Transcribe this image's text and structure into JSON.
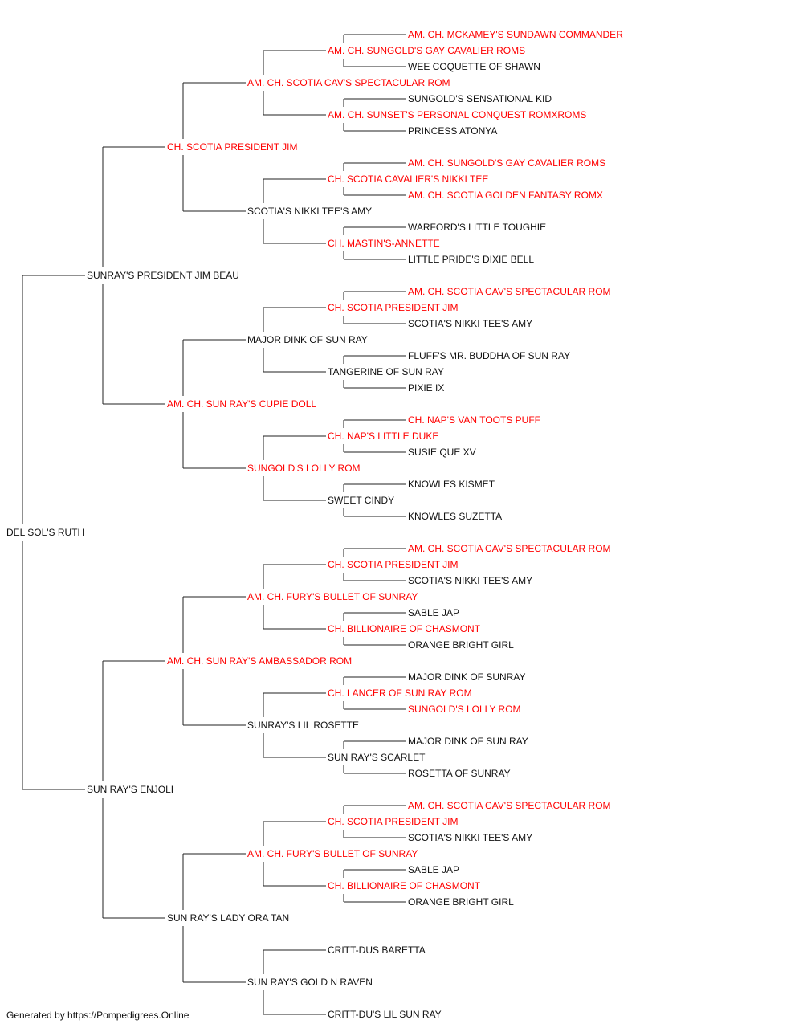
{
  "colors": {
    "champion": "#ff0000",
    "normal": "#111111",
    "line": "#222222"
  },
  "footer": "Generated by https://Pompedigrees.Online",
  "pedigree": {
    "name": "DEL SOL'S RUTH",
    "champion": false,
    "sire": {
      "name": "SUNRAY'S PRESIDENT JIM BEAU",
      "champion": false,
      "sire": {
        "name": "CH. SCOTIA PRESIDENT JIM",
        "champion": true,
        "sire": {
          "name": "AM. CH. SCOTIA CAV'S SPECTACULAR ROM",
          "champion": true,
          "sire": {
            "name": "AM. CH. SUNGOLD'S GAY CAVALIER ROMS",
            "champion": true,
            "sire": {
              "name": "AM. CH. MCKAMEY'S SUNDAWN COMMANDER",
              "champion": true
            },
            "dam": {
              "name": "WEE COQUETTE OF SHAWN",
              "champion": false
            }
          },
          "dam": {
            "name": "AM. CH. SUNSET'S PERSONAL CONQUEST ROMXROMS",
            "champion": true,
            "sire": {
              "name": "SUNGOLD'S SENSATIONAL KID",
              "champion": false
            },
            "dam": {
              "name": "PRINCESS ATONYA",
              "champion": false
            }
          }
        },
        "dam": {
          "name": "SCOTIA'S NIKKI TEE'S AMY",
          "champion": false,
          "sire": {
            "name": "CH. SCOTIA CAVALIER'S NIKKI TEE",
            "champion": true,
            "sire": {
              "name": "AM. CH. SUNGOLD'S GAY CAVALIER ROMS",
              "champion": true
            },
            "dam": {
              "name": "AM. CH. SCOTIA GOLDEN FANTASY ROMX",
              "champion": true
            }
          },
          "dam": {
            "name": "CH. MASTIN'S-ANNETTE",
            "champion": true,
            "sire": {
              "name": "WARFORD'S LITTLE TOUGHIE",
              "champion": false
            },
            "dam": {
              "name": "LITTLE PRIDE'S DIXIE BELL",
              "champion": false
            }
          }
        }
      },
      "dam": {
        "name": "AM. CH. SUN RAY'S CUPIE DOLL",
        "champion": true,
        "sire": {
          "name": "MAJOR DINK OF SUN RAY",
          "champion": false,
          "sire": {
            "name": "CH. SCOTIA PRESIDENT JIM",
            "champion": true,
            "sire": {
              "name": "AM. CH. SCOTIA CAV'S SPECTACULAR ROM",
              "champion": true
            },
            "dam": {
              "name": "SCOTIA'S NIKKI TEE'S AMY",
              "champion": false
            }
          },
          "dam": {
            "name": "TANGERINE OF SUN RAY",
            "champion": false,
            "sire": {
              "name": "FLUFF'S MR. BUDDHA OF SUN RAY",
              "champion": false
            },
            "dam": {
              "name": "PIXIE IX",
              "champion": false
            }
          }
        },
        "dam": {
          "name": "SUNGOLD'S LOLLY ROM",
          "champion": true,
          "sire": {
            "name": "CH. NAP'S LITTLE DUKE",
            "champion": true,
            "sire": {
              "name": "CH. NAP'S VAN TOOTS PUFF",
              "champion": true
            },
            "dam": {
              "name": "SUSIE QUE XV",
              "champion": false
            }
          },
          "dam": {
            "name": "SWEET CINDY",
            "champion": false,
            "sire": {
              "name": "KNOWLES KISMET",
              "champion": false
            },
            "dam": {
              "name": "KNOWLES SUZETTA",
              "champion": false
            }
          }
        }
      }
    },
    "dam": {
      "name": "SUN RAY'S ENJOLI",
      "champion": false,
      "sire": {
        "name": "AM. CH. SUN RAY'S AMBASSADOR ROM",
        "champion": true,
        "sire": {
          "name": "AM. CH. FURY'S BULLET OF SUNRAY",
          "champion": true,
          "sire": {
            "name": "CH. SCOTIA PRESIDENT JIM",
            "champion": true,
            "sire": {
              "name": "AM. CH. SCOTIA CAV'S SPECTACULAR ROM",
              "champion": true
            },
            "dam": {
              "name": "SCOTIA'S NIKKI TEE'S AMY",
              "champion": false
            }
          },
          "dam": {
            "name": "CH. BILLIONAIRE OF CHASMONT",
            "champion": true,
            "sire": {
              "name": "SABLE JAP",
              "champion": false
            },
            "dam": {
              "name": "ORANGE BRIGHT GIRL",
              "champion": false
            }
          }
        },
        "dam": {
          "name": "SUNRAY'S LIL ROSETTE",
          "champion": false,
          "sire": {
            "name": "CH. LANCER OF SUN RAY ROM",
            "champion": true,
            "sire": {
              "name": "MAJOR DINK OF SUNRAY",
              "champion": false
            },
            "dam": {
              "name": "SUNGOLD'S LOLLY ROM",
              "champion": true
            }
          },
          "dam": {
            "name": "SUN RAY'S SCARLET",
            "champion": false,
            "sire": {
              "name": "MAJOR DINK OF SUN RAY",
              "champion": false
            },
            "dam": {
              "name": "ROSETTA OF SUNRAY",
              "champion": false
            }
          }
        }
      },
      "dam": {
        "name": "SUN RAY'S LADY ORA TAN",
        "champion": false,
        "sire": {
          "name": "AM. CH. FURY'S BULLET OF SUNRAY",
          "champion": true,
          "sire": {
            "name": "CH. SCOTIA PRESIDENT JIM",
            "champion": true,
            "sire": {
              "name": "AM. CH. SCOTIA CAV'S SPECTACULAR ROM",
              "champion": true
            },
            "dam": {
              "name": "SCOTIA'S NIKKI TEE'S AMY",
              "champion": false
            }
          },
          "dam": {
            "name": "CH. BILLIONAIRE OF CHASMONT",
            "champion": true,
            "sire": {
              "name": "SABLE JAP",
              "champion": false
            },
            "dam": {
              "name": "ORANGE BRIGHT GIRL",
              "champion": false
            }
          }
        },
        "dam": {
          "name": "SUN RAY'S GOLD N RAVEN",
          "champion": false,
          "sire": {
            "name": "CRITT-DUS BARETTA",
            "champion": false
          },
          "dam": {
            "name": "CRITT-DU'S LIL SUN RAY",
            "champion": false
          }
        }
      }
    }
  }
}
